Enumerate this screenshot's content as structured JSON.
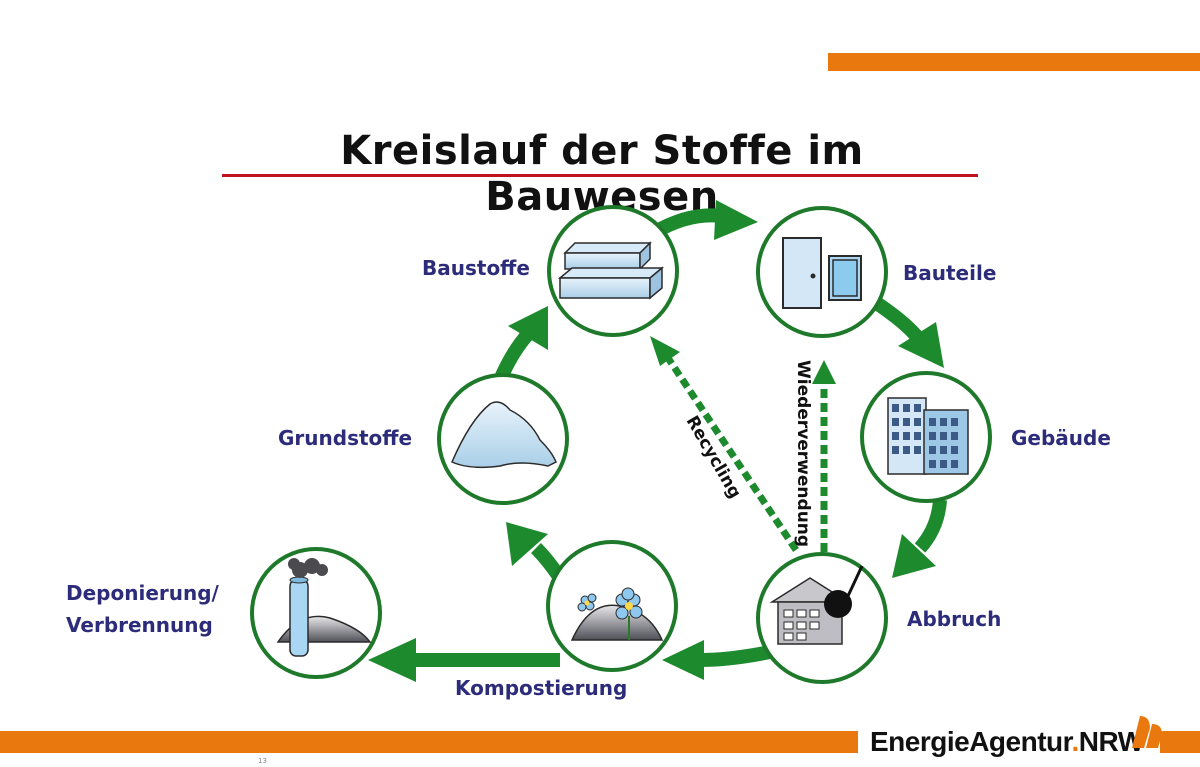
{
  "title": "Kreislauf der Stoffe im Bauwesen",
  "nodes": {
    "baustoffe": "Baustoffe",
    "bauteile": "Bauteile",
    "gebaeude": "Gebäude",
    "abbruch": "Abbruch",
    "grundstoffe": "Grundstoffe",
    "deponierung_line1": "Deponierung/",
    "deponierung_line2": "Verbrennung",
    "kompostierung": "Kompostierung"
  },
  "flows": {
    "recycling": "Recycling",
    "wiederverwendung": "Wiederverwendung"
  },
  "logo": {
    "text_main": "EnergieAgentur",
    "text_dot": ".",
    "text_suffix": "NRW"
  },
  "footnote": "13",
  "colors": {
    "accent_orange": "#e9790f",
    "arrow_green": "#1e8a2e",
    "label_navy": "#2c2c7a",
    "title_underline": "#c0131b"
  }
}
